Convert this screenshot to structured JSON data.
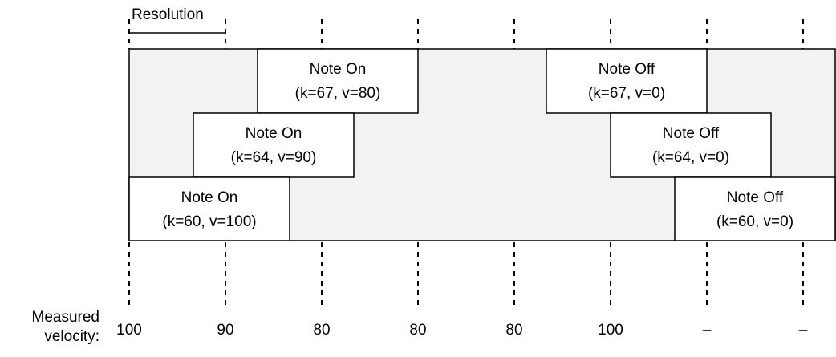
{
  "resolution_label": "Resolution",
  "measured_velocity_label": "Measured velocity:",
  "events": [
    {
      "label": "Note On",
      "params": "(k=67, v=80)"
    },
    {
      "label": "Note On",
      "params": "(k=64, v=90)"
    },
    {
      "label": "Note On",
      "params": "(k=60, v=100)"
    },
    {
      "label": "Note Off",
      "params": "(k=67, v=0)"
    },
    {
      "label": "Note Off",
      "params": "(k=64, v=0)"
    },
    {
      "label": "Note Off",
      "params": "(k=60, v=0)"
    }
  ],
  "measured_velocities": [
    "100",
    "90",
    "80",
    "80",
    "80",
    "100",
    "–",
    "–"
  ],
  "colors": {
    "band_fill": "#f2f2f2",
    "box_fill": "#ffffff",
    "stroke": "#000000"
  }
}
